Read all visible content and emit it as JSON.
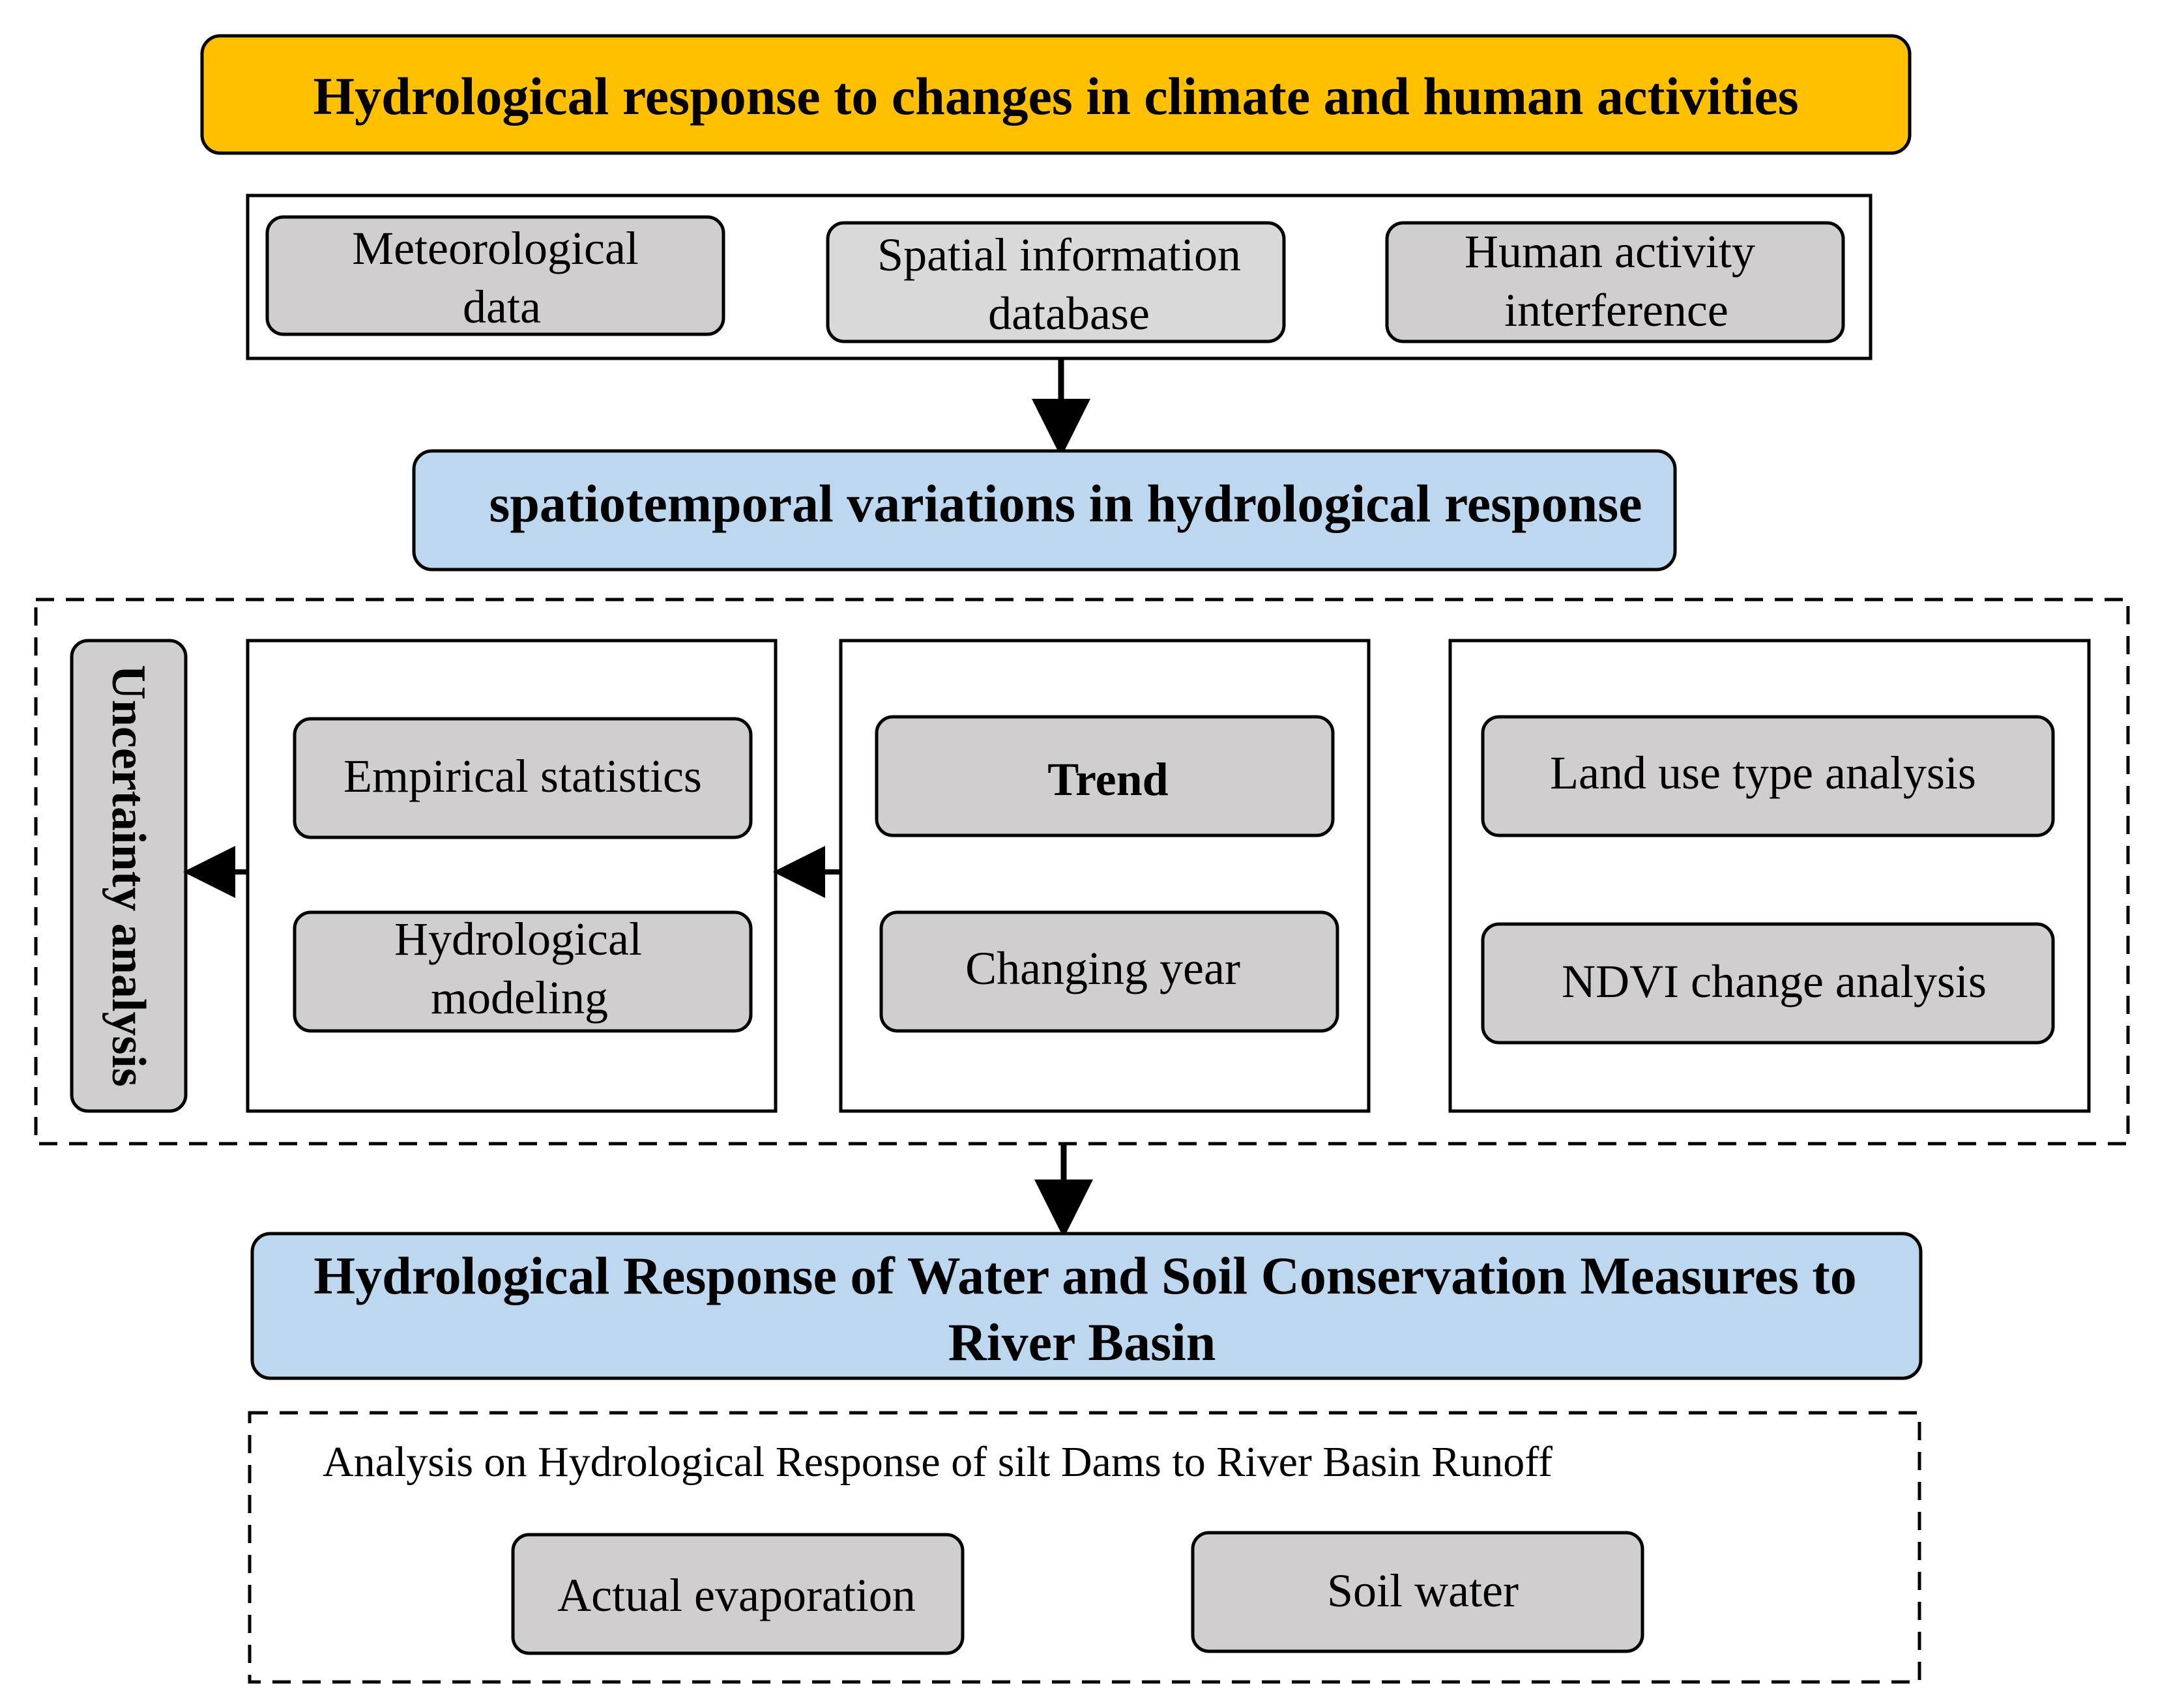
{
  "title": "Hydrological response to changes in climate and human activities",
  "inputs": {
    "meteorological": [
      "Meteorological",
      "data"
    ],
    "spatial": [
      "Spatial information",
      "database"
    ],
    "human": [
      "Human activity",
      "interference"
    ]
  },
  "spatiotemporal": "spatiotemporal variations in hydrological response",
  "uncertainty": "Uncertainty analysis",
  "methods": {
    "empirical": "Empirical statistics",
    "hydro_modeling": [
      "Hydrological",
      "modeling"
    ]
  },
  "trend_group": {
    "trend": "Trend",
    "changing_year": "Changing year"
  },
  "landuse_group": {
    "landuse": "Land use type analysis",
    "ndvi": "NDVI change analysis"
  },
  "conservation": [
    "Hydrological Response of Water and Soil Conservation Measures to",
    "River Basin"
  ],
  "silt_dams": {
    "heading": "Analysis on Hydrological Response of silt Dams to River Basin Runoff",
    "evaporation": "Actual evaporation",
    "soil_water": "Soil water"
  },
  "colors": {
    "title_fill": "#FFC000",
    "blue_fill": "#BDD7EE",
    "gray_fill": "#D0CECE",
    "light_gray_fill": "#D9D9D9"
  }
}
